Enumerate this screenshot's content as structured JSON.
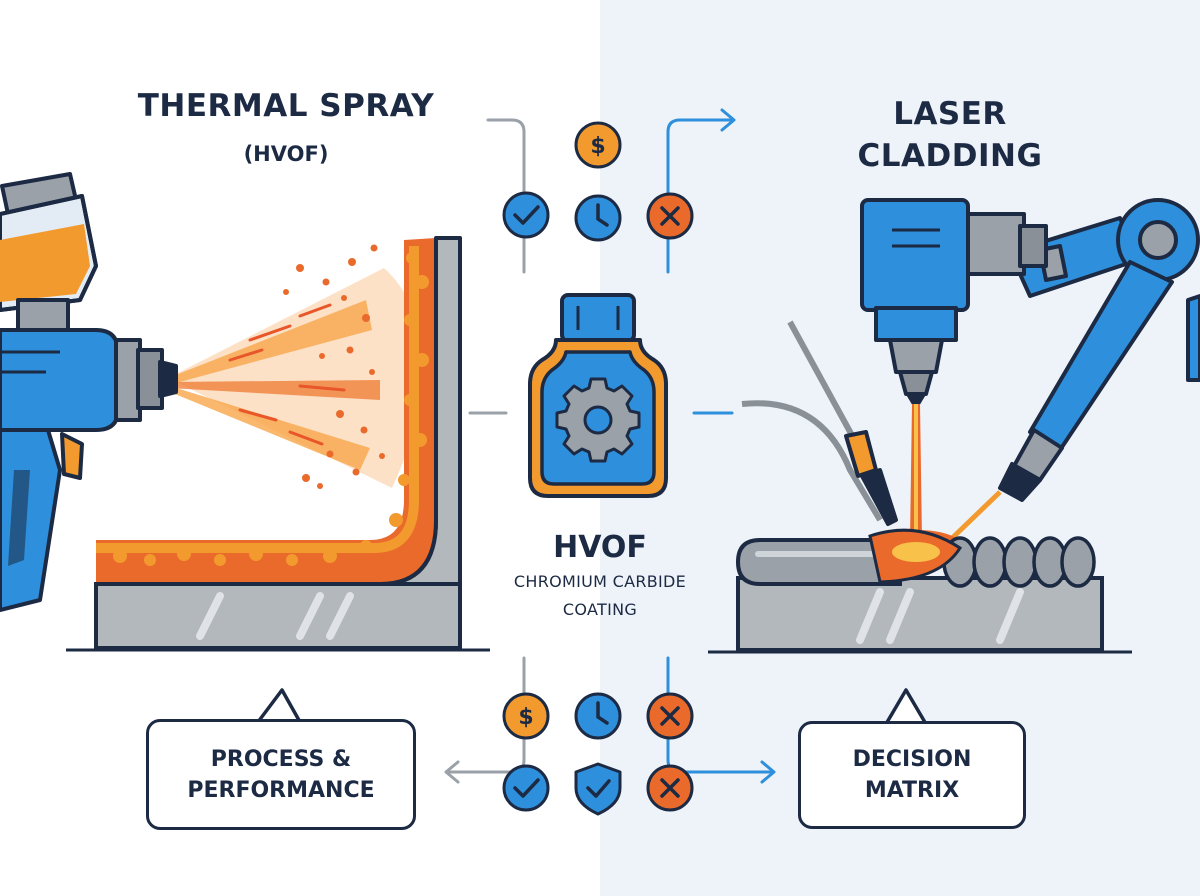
{
  "left_title": {
    "line1": "THERMAL SPRAY",
    "line2": "(HVOF)"
  },
  "right_title": {
    "line1": "LASER",
    "line2": "CLADDING"
  },
  "center": {
    "title": "HVOF",
    "line1": "CHROMIUM CARBIDE",
    "line2": "COATING"
  },
  "callouts": {
    "process": {
      "line1": "PROCESS &",
      "line2": "PERFORMANCE"
    },
    "decision": {
      "line1": "DECISION",
      "line2": "MATRIX"
    }
  },
  "icon_symbols": {
    "cost": "$"
  },
  "icons": {
    "top": [
      "checkmark-icon",
      "dollar-icon",
      "clock-icon",
      "cross-icon"
    ],
    "bottom": [
      "dollar-icon",
      "clock-icon",
      "cross-icon",
      "checkmark-icon",
      "shield-check-icon",
      "cross-icon"
    ]
  },
  "colors": {
    "blue": "#2e8fdc",
    "orange": "#f29a2e",
    "red_orange": "#ea6a2b",
    "navy": "#1c2a44",
    "steel": "#8a9097",
    "background_right": "#eef3f9"
  }
}
